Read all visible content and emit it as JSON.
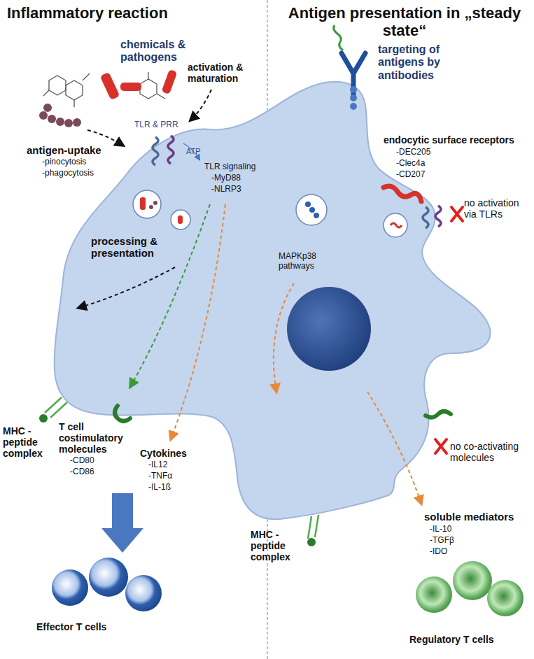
{
  "diagram": {
    "labels": [
      "Inflammatory reaction",
      "Antigen presentation in „steady state“",
      "chemicals & pathogens",
      "activation & maturation",
      "antigen-uptake",
      "-pinocytosis",
      "-phagocytosis",
      "TLR & PRR",
      "ATP",
      "TLR signaling",
      "-MyD88",
      "-NLRP3",
      "processing & presentation",
      "MHC - peptide complex",
      "T cell costimulatory molecules",
      "-CD80",
      "-CD86",
      "Cytokines",
      "-IL12",
      "-TNFα",
      "-IL-1ß",
      "Effector T cells",
      "targeting of antigens by antibodies",
      "endocytic surface receptors",
      "-DEC205",
      "-Clec4a",
      "-CD207",
      "no activation via TLRs",
      "MAPKp38 pathways",
      "no co-activating molecules",
      "soluble mediators",
      "-IL-10",
      "-TGFβ",
      "-IDO",
      "MHC - peptide complex",
      "Regulatory T cells"
    ]
  }
}
